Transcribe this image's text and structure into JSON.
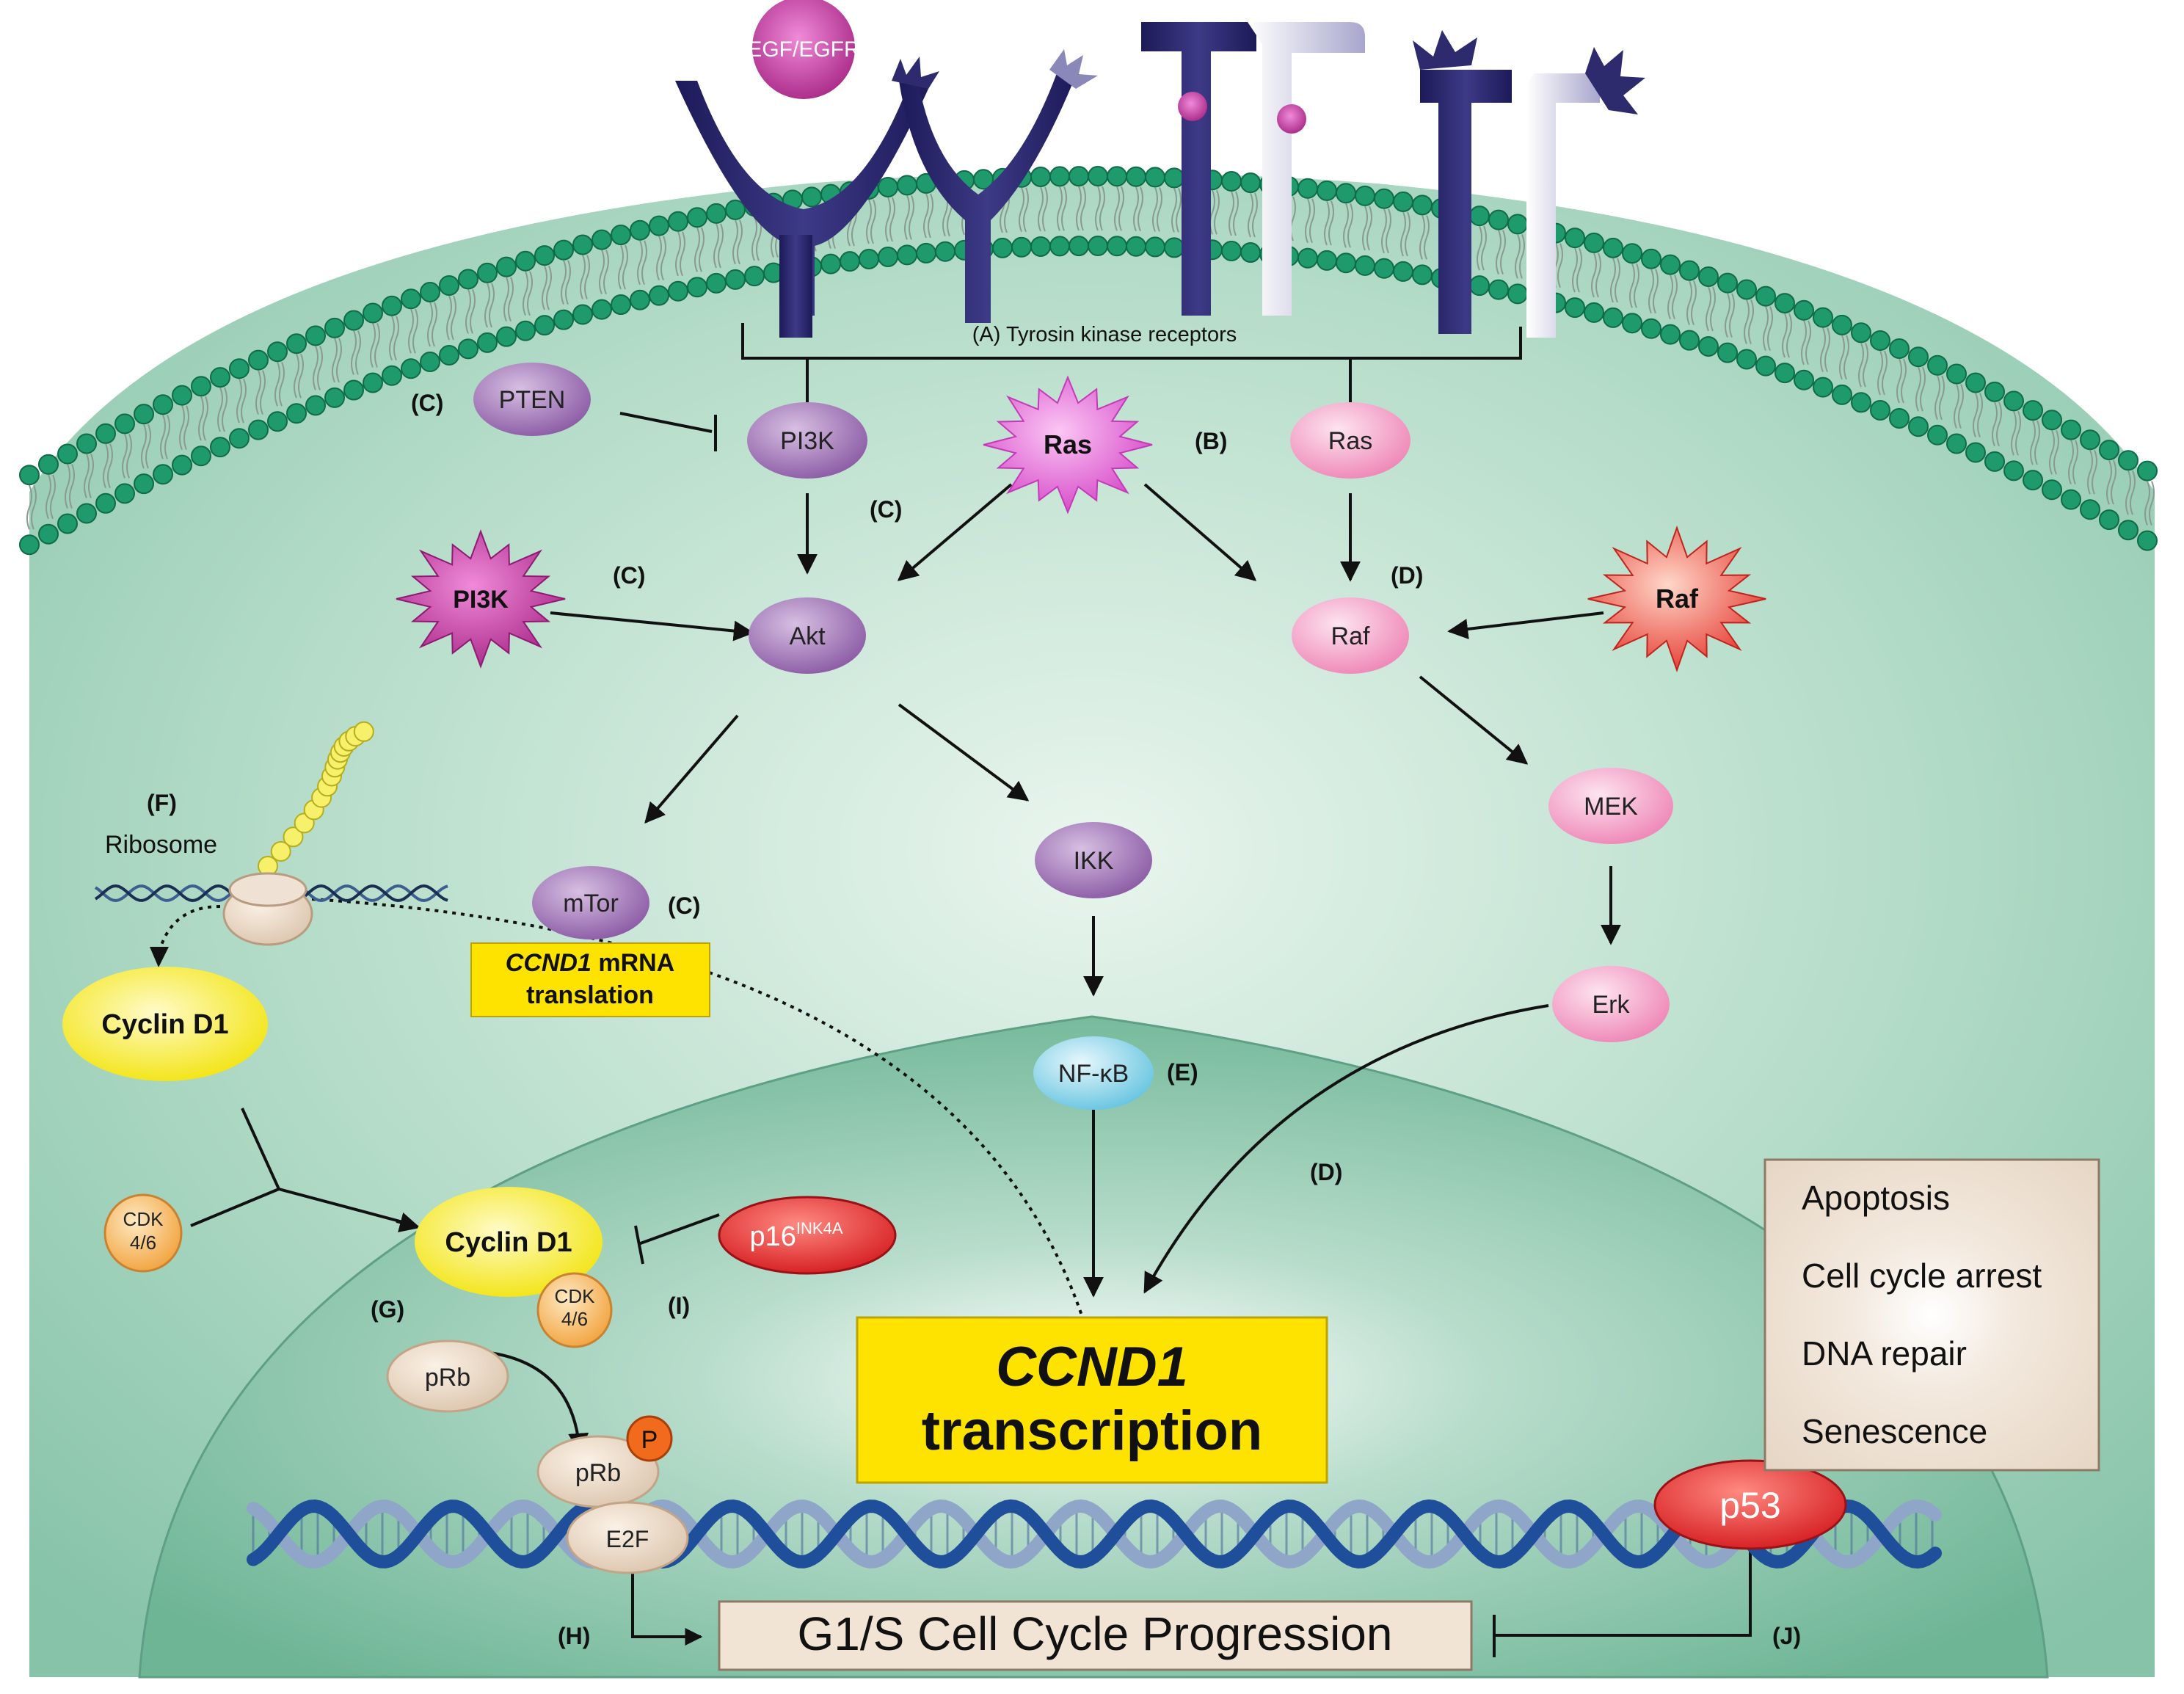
{
  "receptors": {
    "egf_label": "EGF/EGFR",
    "tyrosine_label": "(A) Tyrosin kinase receptors"
  },
  "nodes": {
    "pten": "PTEN",
    "pi3k_membrane": "PI3K",
    "ras_mutant": "Ras",
    "ras": "Ras",
    "pi3k_mutant": "PI3K",
    "akt": "Akt",
    "raf": "Raf",
    "raf_mutant": "Raf",
    "mek": "MEK",
    "ikk": "IKK",
    "mtor": "mTor",
    "erk": "Erk",
    "nfkb": "NF-κB",
    "cyclin_d1_cyto": "Cyclin D1",
    "cyclin_d1_nuc": "Cyclin D1",
    "cdk46_free_line1": "CDK",
    "cdk46_free_line2": "4/6",
    "cdk46_bound_line1": "CDK",
    "cdk46_bound_line2": "4/6",
    "p16_main": "p16",
    "p16_sup": "INK4A",
    "prb": "pRb",
    "prb_p": "pRb",
    "phospho": "P",
    "e2f": "E2F",
    "p53": "p53",
    "ribosome": "Ribosome"
  },
  "letters": {
    "c_pten": "(C)",
    "b": "(B)",
    "c_mid": "(C)",
    "c_pi3k": "(C)",
    "d_raf": "(D)",
    "f": "(F)",
    "c_mtor": "(C)",
    "e": "(E)",
    "d_erk": "(D)",
    "g": "(G)",
    "i": "(I)",
    "h": "(H)",
    "j": "(J)"
  },
  "boxes": {
    "mrna_italic": "CCND1",
    "mrna_rest": " mRNA",
    "mrna_line2": "translation",
    "transcription_line1": "CCND1",
    "transcription_line2": "transcription",
    "g1s": "G1/S Cell Cycle Progression"
  },
  "outcomes": [
    "Apoptosis",
    "Cell cycle arrest",
    "DNA repair",
    "Senescence"
  ],
  "colors": {
    "cytoplasm": "#8cc7ae",
    "nucleus": "#6fb89b",
    "lipid_head": "#1f9a6c",
    "receptor": "#2d2a6e",
    "purple_node": "#9c6fb0",
    "pink_node": "#f29cc4",
    "mutant_magenta": "#e24fcf",
    "mutant_red": "#e8392f",
    "cyclin_yellow": "#f4e91c",
    "cdk_orange": "#f6b04e",
    "nfkb_blue": "#7fd0e8",
    "p16_red": "#e0272b",
    "transcription_yellow": "#ffe300",
    "dna_blue": "#1f4f9a"
  }
}
